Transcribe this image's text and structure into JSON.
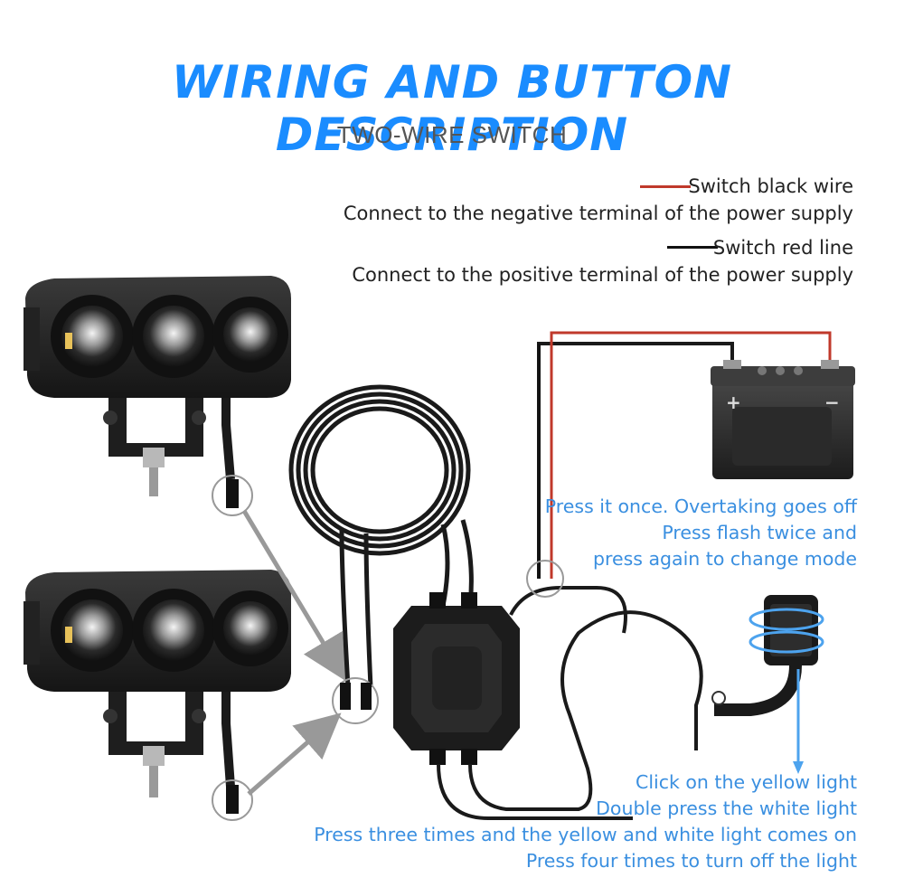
{
  "header": {
    "title": "WIRING AND BUTTON DESCRIPTION",
    "subtitle": "TWO-WIRE SWITCH"
  },
  "legend": {
    "black_wire_label": "Switch black wire",
    "black_wire_desc": "Connect to the negative terminal of the power supply",
    "black_wire_line_color": "#c0392b",
    "red_line_label": "Switch red line",
    "red_line_desc": "Connect to the positive terminal of the power supply",
    "red_line_line_color": "#111111"
  },
  "battery": {
    "plus": "+",
    "minus": "−"
  },
  "notes": {
    "flash": [
      "Press it once. Overtaking goes off",
      "Press flash twice and",
      "press again to change mode"
    ],
    "light": [
      "Click on the yellow light",
      "Double press the white light",
      "Press three times and the yellow and white light comes on",
      "Press four times to turn off the light"
    ]
  },
  "colors": {
    "accent": "#1a8cff",
    "note": "#3a8fe0"
  }
}
